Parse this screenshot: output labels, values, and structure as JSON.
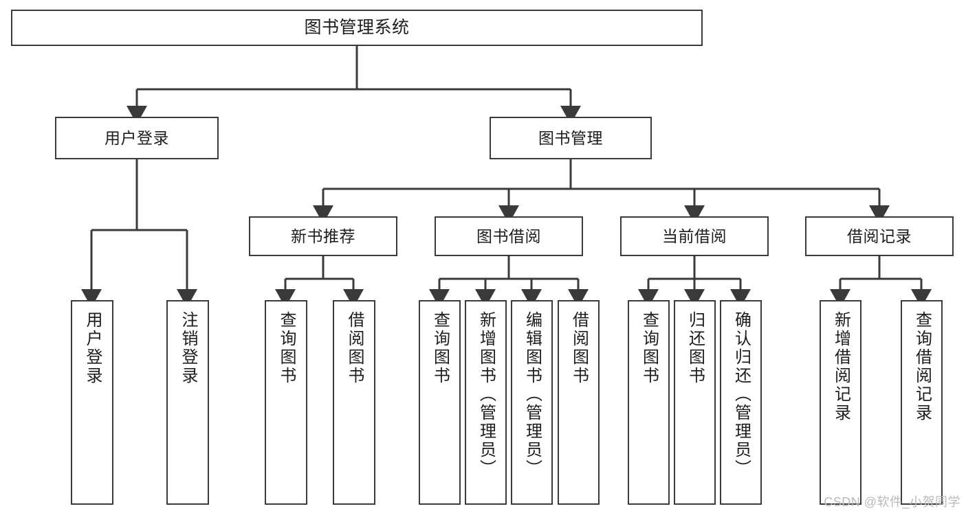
{
  "diagram": {
    "title": "图书管理系统",
    "type": "hierarchy-tree",
    "root": {
      "id": "root",
      "label": "图书管理系统"
    },
    "level1": [
      {
        "id": "user-login",
        "label": "用户登录"
      },
      {
        "id": "book-management",
        "label": "图书管理"
      }
    ],
    "level2": [
      {
        "id": "new-book-recommend",
        "label": "新书推荐",
        "parent": "book-management"
      },
      {
        "id": "book-borrow",
        "label": "图书借阅",
        "parent": "book-management"
      },
      {
        "id": "current-borrow",
        "label": "当前借阅",
        "parent": "book-management"
      },
      {
        "id": "borrow-record",
        "label": "借阅记录",
        "parent": "book-management"
      }
    ],
    "leaves": {
      "user_login": [
        {
          "id": "leaf-user-login",
          "label": "用户登录"
        },
        {
          "id": "leaf-user-logout",
          "label": "注销登录"
        }
      ],
      "new_book_recommend": [
        {
          "id": "leaf-query-book-1",
          "label": "查询图书"
        },
        {
          "id": "leaf-borrow-book-1",
          "label": "借阅图书"
        }
      ],
      "book_borrow": [
        {
          "id": "leaf-query-book-2",
          "label": "查询图书"
        },
        {
          "id": "leaf-add-book",
          "label": "新增图书（管理员）"
        },
        {
          "id": "leaf-edit-book",
          "label": "编辑图书（管理员）"
        },
        {
          "id": "leaf-borrow-book-2",
          "label": "借阅图书"
        }
      ],
      "current_borrow": [
        {
          "id": "leaf-query-book-3",
          "label": "查询图书"
        },
        {
          "id": "leaf-return-book",
          "label": "归还图书"
        },
        {
          "id": "leaf-confirm-return",
          "label": "确认归还（管理员）"
        }
      ],
      "borrow_record": [
        {
          "id": "leaf-add-record",
          "label": "新增借阅记录"
        },
        {
          "id": "leaf-query-record",
          "label": "查询借阅记录"
        }
      ]
    }
  },
  "watermark": {
    "text": "CSDN @软件_小贺同学"
  },
  "colors": {
    "stroke": "#3a3a3a",
    "box_fill": "#ffffff",
    "text": "#1d1d1d",
    "background": "#ffffff",
    "watermark": "#b9b9b9"
  }
}
